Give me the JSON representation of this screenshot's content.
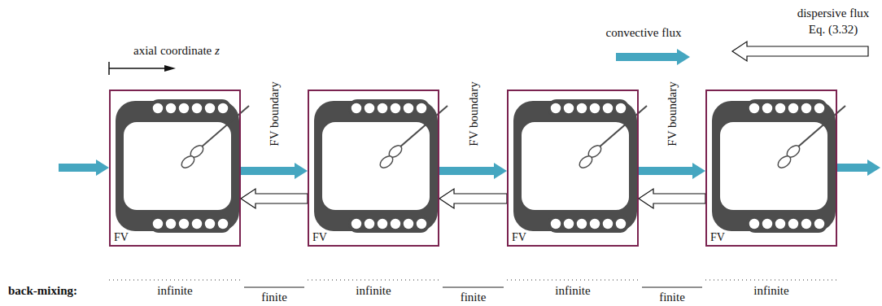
{
  "diagram": {
    "nodes": [
      {
        "text": [
          "FV"
        ]
      },
      {
        "text": [
          "FV"
        ]
      },
      {
        "text": [
          "FV"
        ]
      },
      {
        "text": [
          "FV"
        ]
      }
    ],
    "edges": [
      {
        "from": 0,
        "to": 1,
        "arrow": "to"
      },
      {
        "from": 1,
        "to": 0,
        "arrow": "to"
      },
      {
        "from": 1,
        "to": 2,
        "arrow": "to"
      },
      {
        "from": 2,
        "to": 1,
        "arrow": "to"
      },
      {
        "from": 2,
        "to": 3,
        "arrow": "to"
      },
      {
        "from": 3,
        "to": 2,
        "arrow": "to"
      }
    ],
    "labels": [
      "axial coordinate z",
      "FV boundary",
      "FV boundary",
      "FV boundary",
      "back-mixing:",
      "infinite",
      "finite",
      "infinite",
      "finite",
      "infinite",
      "finite",
      "infinite"
    ],
    "legend": [
      {
        "text": "convective flux"
      },
      {
        "text": "dispersive flux Eq. (3.32)"
      }
    ]
  }
}
